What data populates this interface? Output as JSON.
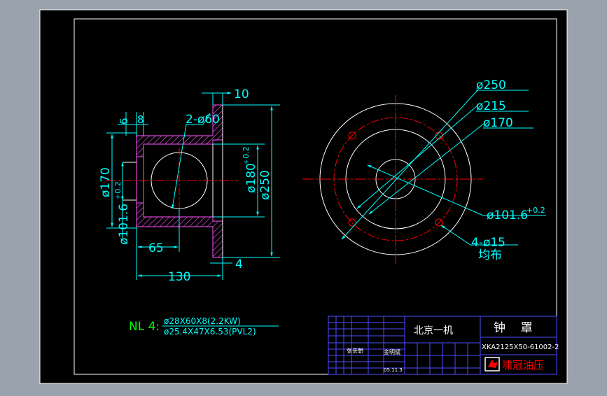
{
  "colors": {
    "background": "#9aa3ad",
    "paper": "#000000",
    "line": "#ffffff",
    "dimension": "#00ffff",
    "centerline": "#ff0000",
    "hatch": "#ff55ff",
    "title_block": "#4d4dff",
    "note": "#00ff00",
    "logo": "#ff0000"
  },
  "side_view": {
    "dims": {
      "top_flange": "10",
      "hole": "2-ø60",
      "left_a": "6",
      "left_b": "8",
      "bore_170": "ø170",
      "bore_101": "ø101.6",
      "bore_101_tol": "+0.2",
      "inner_180": "ø180",
      "inner_180_tol": "+0.2",
      "outer_250": "ø250",
      "depth_65": "65",
      "length_130": "130",
      "flange_4": "4"
    }
  },
  "front_view": {
    "dims": {
      "d250": "ø250",
      "d215": "ø215",
      "d170": "ø170",
      "d101": "ø101.6",
      "d101_tol": "+0.2",
      "holes": "4-ø15",
      "holes_note": "均布"
    }
  },
  "note": {
    "label": "NL 4:",
    "line1": "ø28X60X8(2.2KW)",
    "line2": "ø25.4X47X6.53(PVL2)"
  },
  "title_block": {
    "company": "北京一机",
    "part_name": "钟    罩",
    "drawing_no": "XKA2125X50-61002-2",
    "designer": "张亲朝",
    "checker": "金明斌",
    "date": "05.11.3",
    "logo_text": "啸冠油压"
  }
}
